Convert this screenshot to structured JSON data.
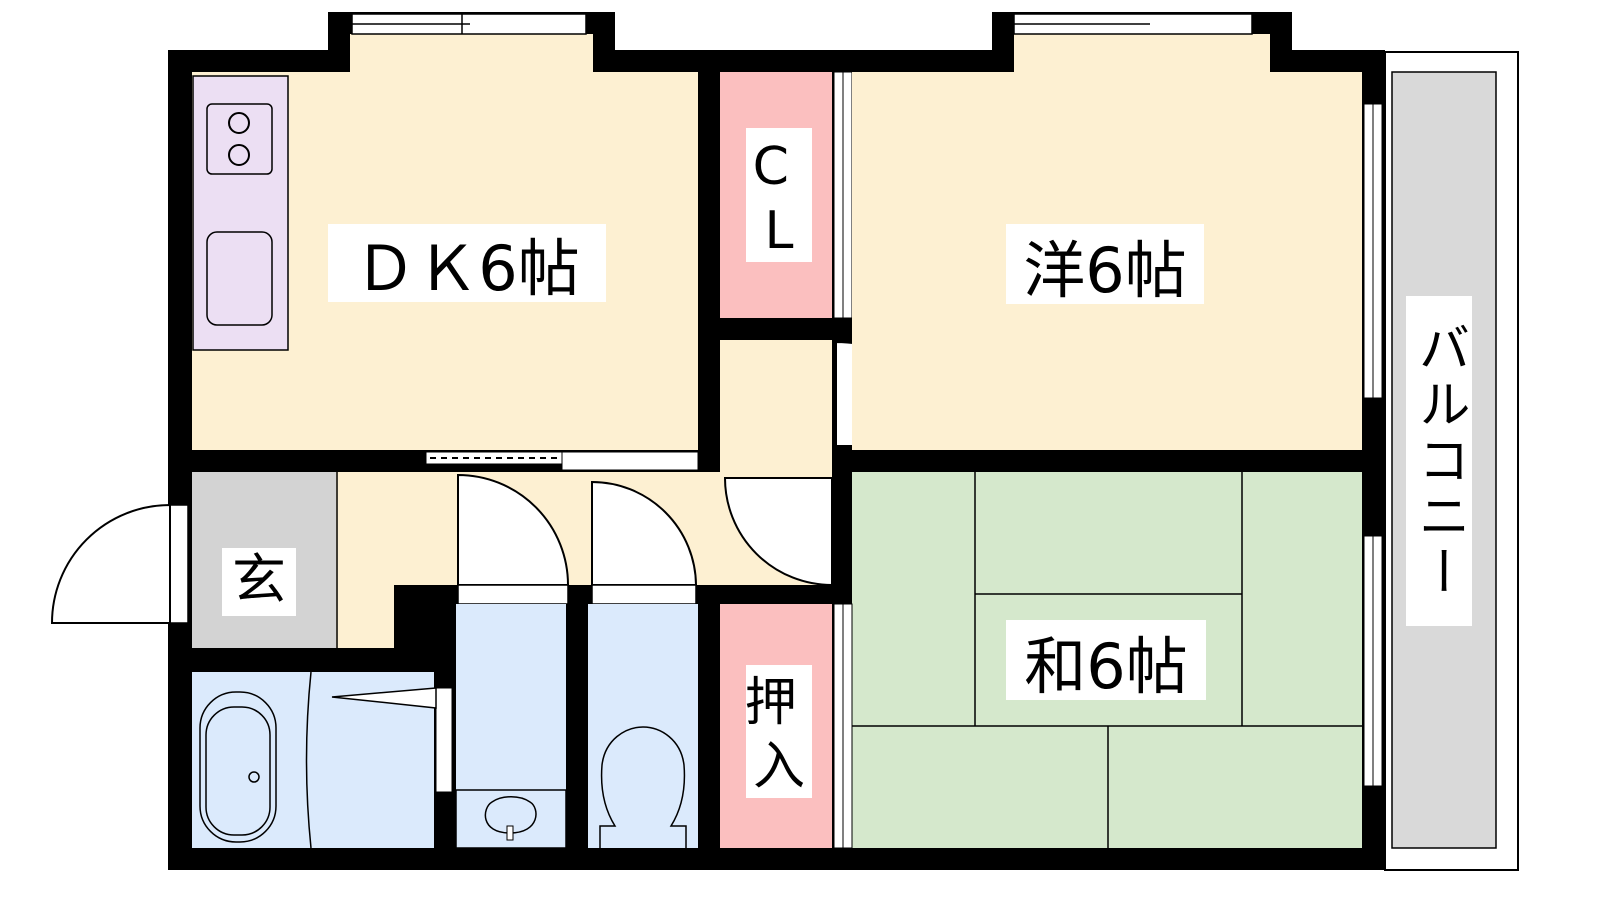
{
  "floorplan": {
    "rooms": {
      "dk": "ＤＫ6帖",
      "closet": "C\nL",
      "closet_line1": "C",
      "closet_line2": "L",
      "western": "洋6帖",
      "japanese": "和6帖",
      "entrance": "玄",
      "oshiire_line1": "押",
      "oshiire_line2": "入",
      "balcony": "バルコニー"
    },
    "colors": {
      "wall": "#000000",
      "living": "#fdf0d2",
      "closet": "#fbbfbf",
      "tatami": "#d5e8cc",
      "wet": "#dbeafc",
      "entrance": "#d3d3d3",
      "kitchen": "#ecdff3",
      "balcony": "#d9d9d9"
    }
  }
}
